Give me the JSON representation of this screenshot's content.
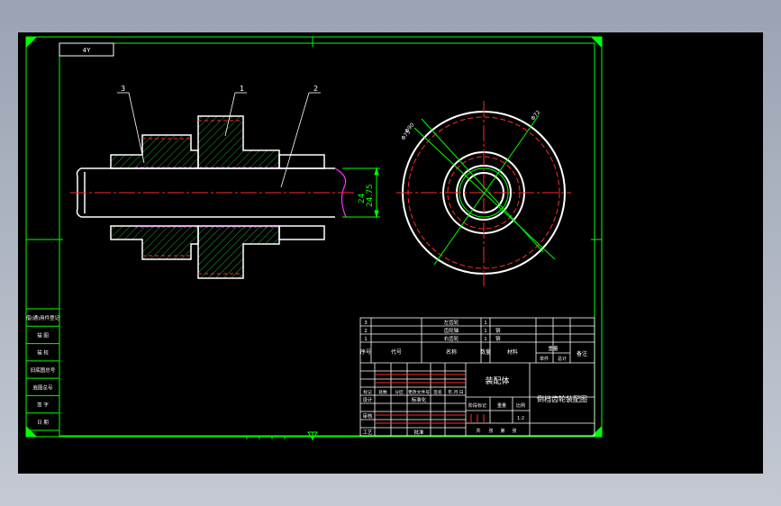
{
  "colors": {
    "background": "#000000",
    "frame": "#00ff00",
    "outline": "#ffffff",
    "section": "#2ecc40",
    "center": "#ff2a2a",
    "accent": "#ff33ff"
  },
  "sheet": {
    "corner_label": "4Y"
  },
  "section_view": {
    "balloons": [
      "3",
      "1",
      "2"
    ],
    "dimension_top": "24",
    "dimension_bottom": "24.75"
  },
  "end_view": {
    "labels": [
      "Φ90",
      "Φ75",
      "Φ72"
    ]
  },
  "side_block": {
    "rows": [
      "借(通)用件登记",
      "描 图",
      "描 校",
      "旧底图总号",
      "底图总号",
      "签 字",
      "日 期"
    ]
  },
  "title_block": {
    "parts_rows": [
      {
        "no": "3",
        "name": "左齿轮",
        "qty": "1",
        "material": ""
      },
      {
        "no": "2",
        "name": "齿轮轴",
        "qty": "1",
        "material": "钢"
      },
      {
        "no": "1",
        "name": "右齿轮",
        "qty": "1",
        "material": "钢"
      }
    ],
    "header": {
      "no": "序号",
      "code": "代号",
      "name": "名称",
      "qty": "数量",
      "material": "材料",
      "unit_weight": "单件",
      "total_weight": "总计",
      "weight_title": "重量",
      "remarks": "备注"
    },
    "product_name": "装配体",
    "drawing_title": "倒档齿轮装配图",
    "revision_labels": [
      "标记",
      "处数",
      "分区",
      "更改文件号",
      "签名",
      "年.月.日"
    ],
    "approval_labels": [
      "设计",
      "审核",
      "工艺"
    ],
    "standardization": "标准化",
    "approve": "批准",
    "stage_mark": "阶段标记",
    "weight": "重量",
    "scale": "比例",
    "scale_value": "1:2",
    "sheet_info": [
      "共",
      "张",
      "第",
      "张"
    ]
  }
}
